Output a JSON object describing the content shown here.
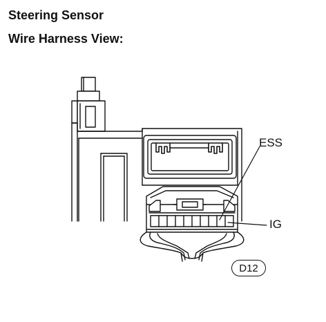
{
  "title_line_1": "Steering Sensor",
  "title_line_2": "Wire Harness View:",
  "labels": {
    "ess": "ESS",
    "ig": "IG"
  },
  "badge": "D12",
  "colors": {
    "ink": "#111111",
    "background": "#ffffff"
  }
}
